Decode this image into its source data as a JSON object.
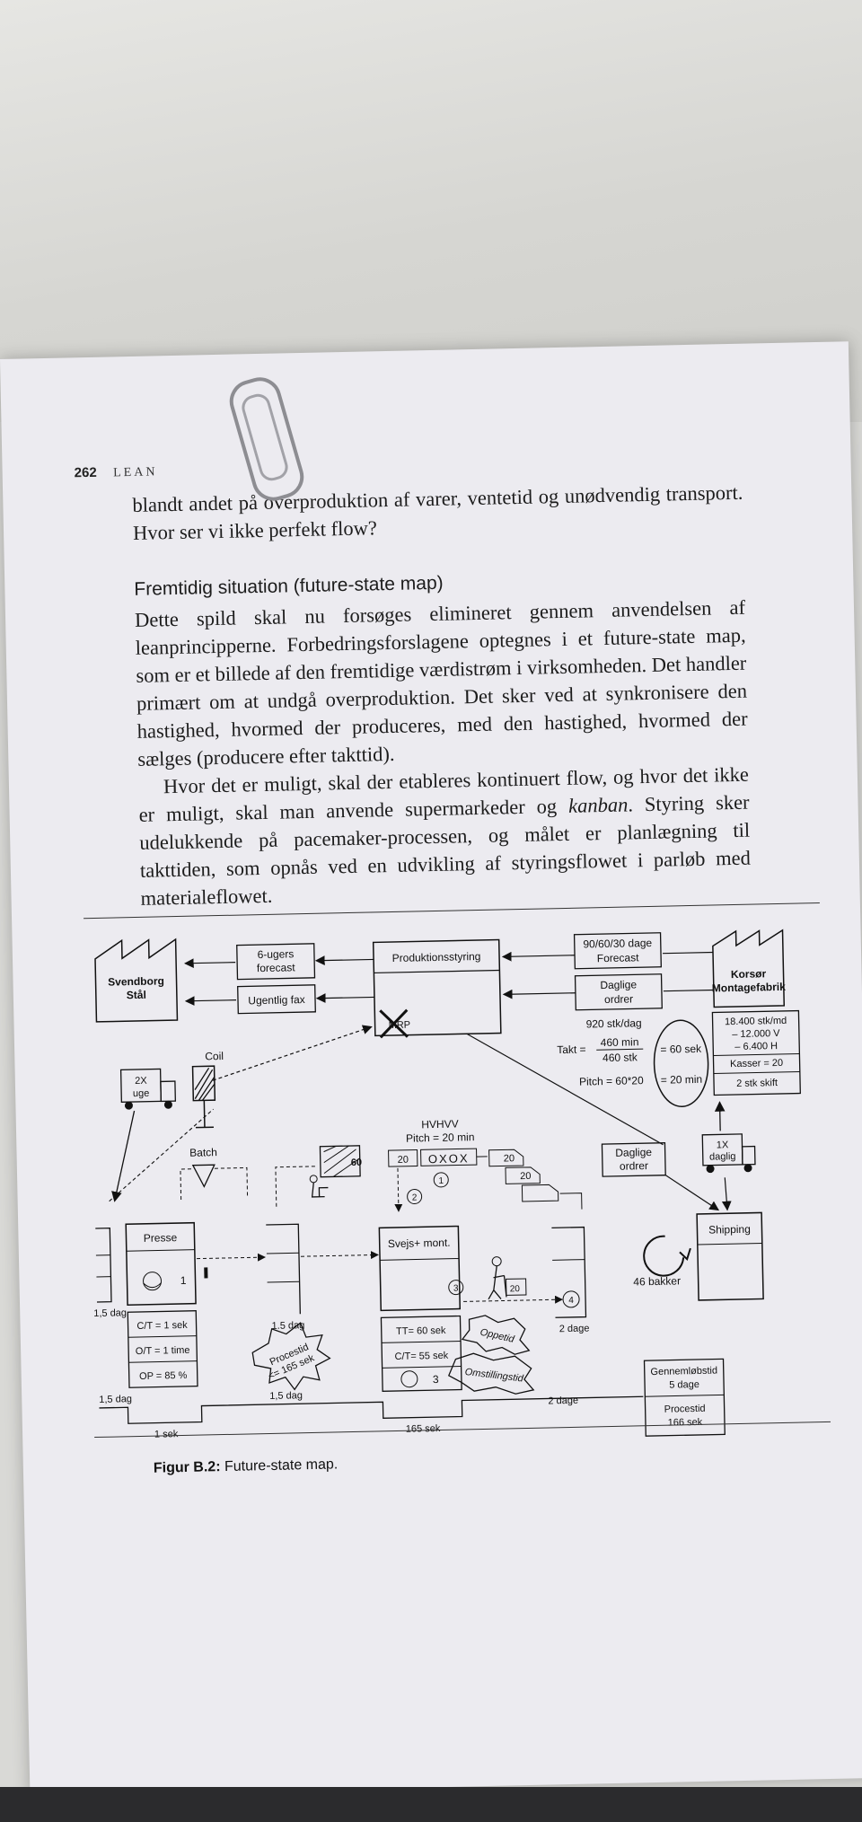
{
  "header": {
    "page_number": "262",
    "running_head": "LEAN"
  },
  "body": {
    "paragraph_1": "blandt andet på overproduktion af varer, ventetid og unødvendig transport. Hvor ser vi ikke perfekt flow?",
    "section_heading": "Fremtidig situation (future-state map)",
    "paragraph_2": "Dette spild skal nu forsøges elimineret gennem anvendelsen af leanprincipperne. Forbedringsforslagene optegnes i et future-state map, som er et billede af den fremtidige værdistrøm i virksomheden. Det handler primært om at undgå overproduktion. Det sker ved at synkronisere den hastighed, hvormed der produceres, med den hastighed, hvormed der sælges (producere efter takttid).",
    "paragraph_3_a": "Hvor det er muligt, skal der etableres kontinuert flow, og hvor det ikke er muligt, skal man anvende supermarkeder og ",
    "paragraph_3_em": "kanban",
    "paragraph_3_b": ". Styring sker udelukkende på pacemaker-processen, og målet er planlægning til takttiden, som opnås ved en udvikling af styringsflowet i parløb med materialeflowet."
  },
  "figure": {
    "caption_label": "Figur B.2:",
    "caption_text": " Future-state map.",
    "supplier": [
      "Svendborg",
      "Stål"
    ],
    "forecast_box": [
      "6-ugers",
      "forecast"
    ],
    "fax_box": "Ugentlig fax",
    "control_box": "Produktionsstyring",
    "mrp_label": "MRP",
    "customer_forecast": [
      "90/60/30 dage",
      "Forecast"
    ],
    "customer_orders": [
      "Daglige",
      "ordrer"
    ],
    "customer": [
      "Korsør",
      "Montagefabrik"
    ],
    "customer_data": [
      "18.400 stk/md",
      "– 12.000 V",
      "– 6.400 H",
      "Kasser = 20",
      "2 stk skift"
    ],
    "daily_volume": "920 stk/dag",
    "takt_label": "Takt =",
    "takt_num": "460 min",
    "takt_den": "460 stk",
    "takt_result": "= 60 sek",
    "pitch_label": "Pitch = 60*20",
    "pitch_result": "= 20 min",
    "truck_in": [
      "2X",
      "uge"
    ],
    "coil_label": "Coil",
    "batch_label": "Batch",
    "super_qty": "60",
    "hvhv": [
      "HVHVV",
      "Pitch = 20 min"
    ],
    "heijunka_card": "20",
    "heijunka_box": "OXOX",
    "kanban_1": "20",
    "kanban_2": "20",
    "kanban_3": "20",
    "circle_1": "1",
    "circle_2": "2",
    "circle_3": "3",
    "circle_4": "4",
    "daily_orders_mid": [
      "Daglige",
      "ordrer"
    ],
    "truck_out": [
      "1X",
      "daglig"
    ],
    "shipping": "Shipping",
    "bakker": "46 bakker",
    "press": "Presse",
    "press_ops": "1",
    "press_data": [
      "C/T = 1 sek",
      "O/T = 1 time",
      "OP = 85 %"
    ],
    "weld": "Svejs+ mont.",
    "weld_data": [
      "TT= 60 sek",
      "C/T= 55 sek"
    ],
    "weld_ops": "3",
    "kaizen_process": [
      "Procestid",
      "<= 165 sek"
    ],
    "kaizen_uptime": "Oppetid",
    "kaizen_changeover": "Omstillingstid",
    "inv_1": "1,5 dag",
    "inv_2": "1.5 dag",
    "inv_3": "2 dage",
    "timeline_days": [
      "1,5 dag",
      "1,5 dag",
      "2 dage"
    ],
    "timeline_times": [
      "1 sek",
      "165 sek"
    ],
    "lead_time": [
      "Gennemløbstid",
      "5 dage"
    ],
    "process_time": [
      "Procestid",
      "166 sek"
    ]
  }
}
